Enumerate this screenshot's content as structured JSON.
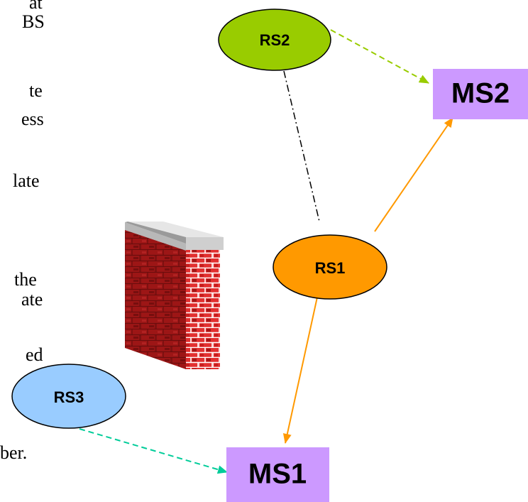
{
  "text_fragments": [
    "at",
    "BS",
    "te",
    "ess",
    "late",
    "the",
    "ate",
    "ed",
    "ber."
  ],
  "nodes": {
    "rs1": {
      "label": "RS1",
      "fill": "#ff9900"
    },
    "rs2": {
      "label": "RS2",
      "fill": "#99cc00"
    },
    "rs3": {
      "label": "RS3",
      "fill": "#99ccff"
    },
    "ms1": {
      "label": "MS1",
      "fill": "#cc99ff"
    },
    "ms2": {
      "label": "MS2",
      "fill": "#cc99ff"
    }
  },
  "edges": [
    {
      "from": "RS2",
      "to": "MS2",
      "style": "dashed",
      "color": "#99cc00"
    },
    {
      "from": "RS2",
      "to": "RS1",
      "style": "dash-dot",
      "color": "#000000"
    },
    {
      "from": "RS1",
      "to": "MS2",
      "style": "solid",
      "color": "#ff9900"
    },
    {
      "from": "RS1",
      "to": "MS1",
      "style": "solid",
      "color": "#ff9900"
    },
    {
      "from": "RS3",
      "to": "MS1",
      "style": "dashed",
      "color": "#00cc99"
    }
  ],
  "icons": [
    "firewall-icon"
  ]
}
